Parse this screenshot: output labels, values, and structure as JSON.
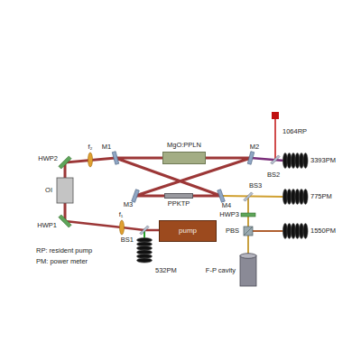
{
  "diagram": {
    "nodes": [
      {
        "text": [
          "MgO:PPLN"
        ]
      },
      {
        "text": [
          "PPKTP"
        ]
      },
      {
        "text": [
          "pump"
        ]
      },
      {
        "text": [
          "F-P cavity"
        ]
      }
    ],
    "labels": [
      "1064RP",
      "M1",
      "M2",
      "f₂",
      "HWP2",
      "BS2",
      "3393PM",
      "OI",
      "M3",
      "M4",
      "BS3",
      "775PM",
      "f₁",
      "HWP1",
      "HWP3",
      "PBS",
      "1550PM",
      "BS1",
      "532PM",
      "RP: resident pump",
      "PM: power meter"
    ]
  }
}
